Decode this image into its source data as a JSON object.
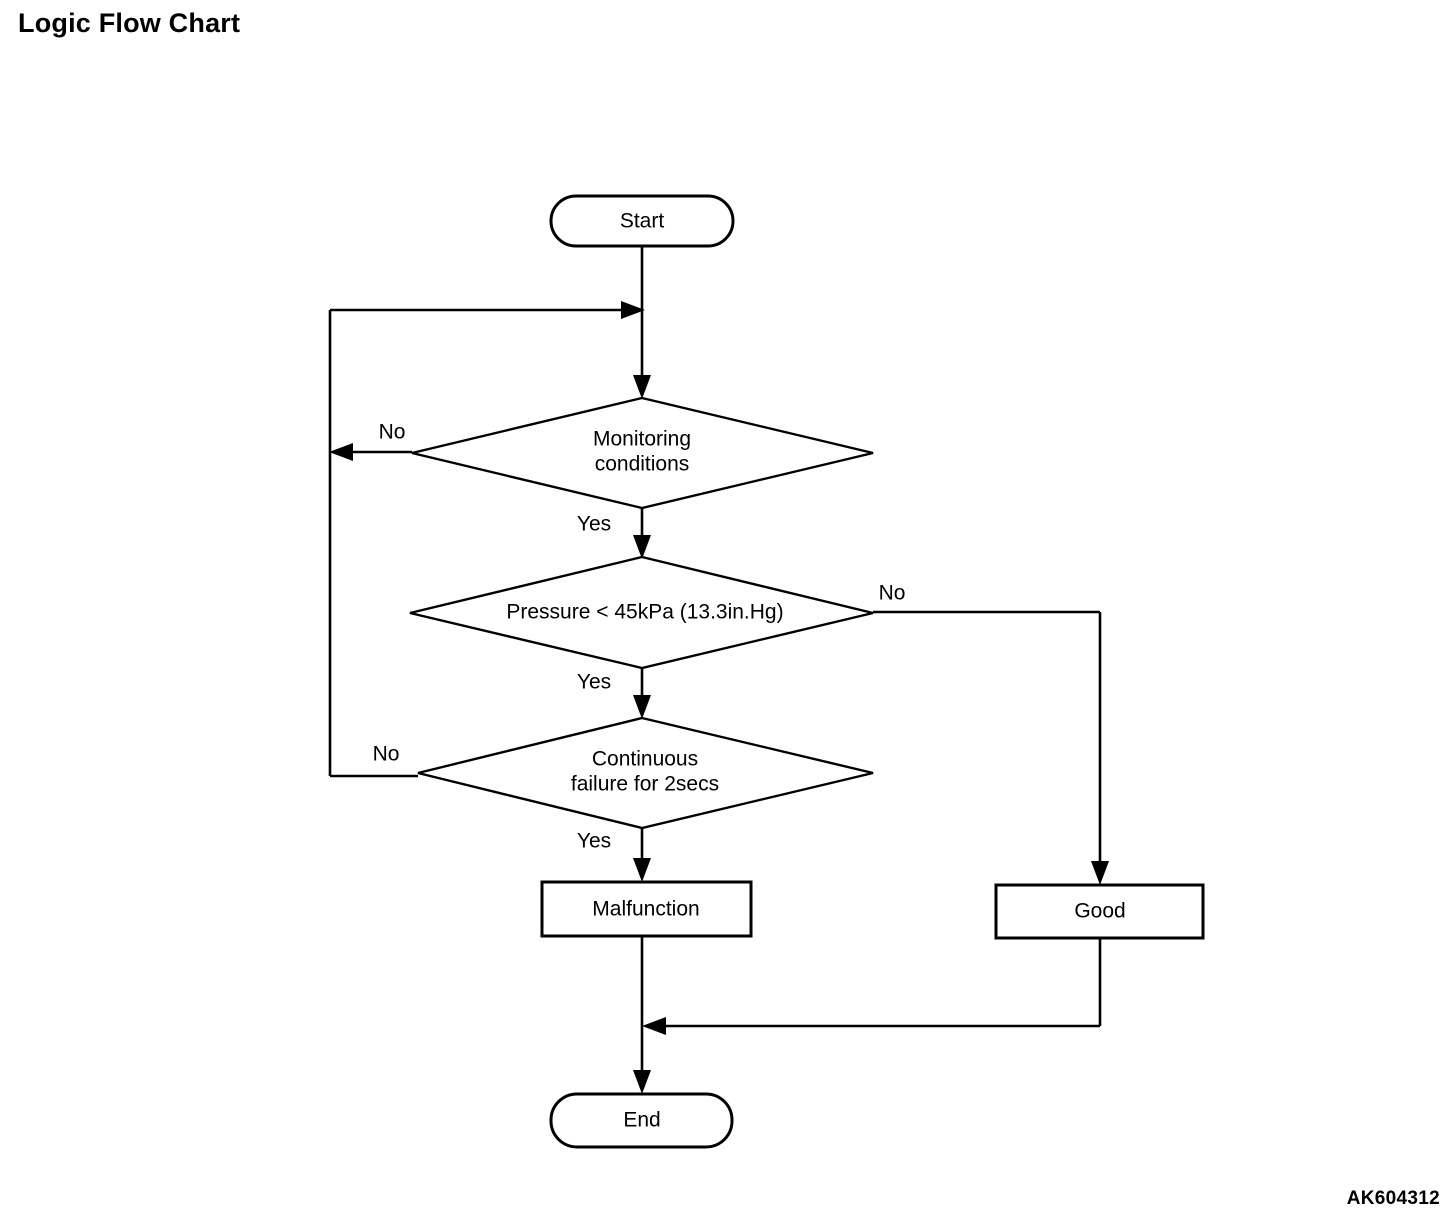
{
  "page": {
    "title": "Logic Flow Chart",
    "figure_code": "AK604312",
    "background_color": "#ffffff",
    "line_color": "#000000"
  },
  "chart_data": {
    "type": "flowchart",
    "title": "Logic Flow Chart",
    "nodes": [
      {
        "id": "start",
        "shape": "terminator",
        "label": "Start"
      },
      {
        "id": "monitoring",
        "shape": "decision",
        "label": "Monitoring conditions",
        "line1": "Monitoring",
        "line2": "conditions"
      },
      {
        "id": "pressure",
        "shape": "decision",
        "label": "Pressure < 45kPa (13.3in.Hg)",
        "line1": "Pressure < 45kPa (13.3in.Hg)",
        "line2": ""
      },
      {
        "id": "continuous",
        "shape": "decision",
        "label": "Continuous failure for 2secs",
        "line1": "Continuous",
        "line2": "failure for 2secs"
      },
      {
        "id": "malfunction",
        "shape": "process",
        "label": "Malfunction"
      },
      {
        "id": "good",
        "shape": "process",
        "label": "Good"
      },
      {
        "id": "end",
        "shape": "terminator",
        "label": "End"
      }
    ],
    "edges": [
      {
        "from": "start",
        "to": "monitoring",
        "label": ""
      },
      {
        "from": "monitoring",
        "to": "start_line",
        "label": "No"
      },
      {
        "from": "monitoring",
        "to": "pressure",
        "label": "Yes"
      },
      {
        "from": "pressure",
        "to": "good",
        "label": "No"
      },
      {
        "from": "pressure",
        "to": "continuous",
        "label": "Yes"
      },
      {
        "from": "continuous",
        "to": "start_line",
        "label": "No"
      },
      {
        "from": "continuous",
        "to": "malfunction",
        "label": "Yes"
      },
      {
        "from": "malfunction",
        "to": "end",
        "label": ""
      },
      {
        "from": "good",
        "to": "end",
        "label": ""
      }
    ],
    "edge_labels": {
      "monitoring_no": "No",
      "monitoring_yes": "Yes",
      "pressure_no": "No",
      "pressure_yes": "Yes",
      "continuous_no": "No",
      "continuous_yes": "Yes"
    }
  }
}
